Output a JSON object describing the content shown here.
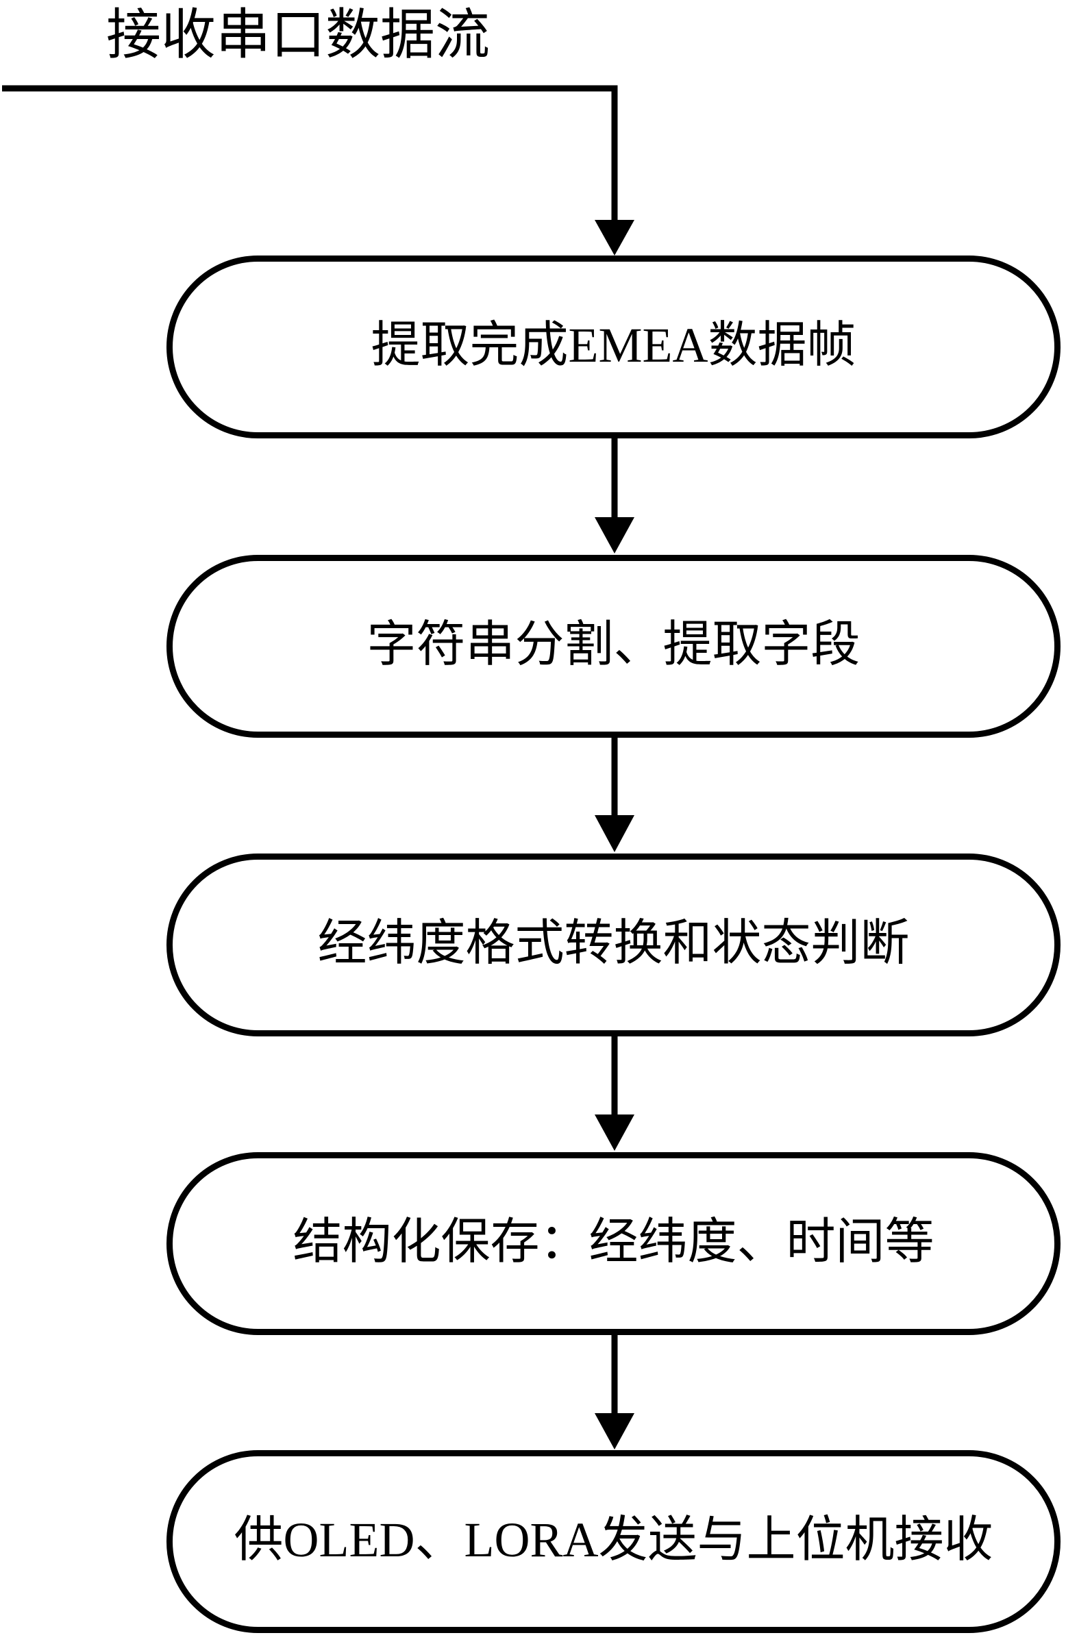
{
  "title": "接收串口数据流",
  "flow": {
    "nodes": [
      {
        "label": "提取完成EMEA数据帧"
      },
      {
        "label": "字符串分割、提取字段"
      },
      {
        "label": "经纬度格式转换和状态判断"
      },
      {
        "label": "结构化保存：经纬度、时间等"
      },
      {
        "label": "供OLED、LORA发送与上位机接收"
      }
    ],
    "colors": {
      "stroke": "#000000",
      "background": "#ffffff",
      "text": "#000000"
    }
  }
}
